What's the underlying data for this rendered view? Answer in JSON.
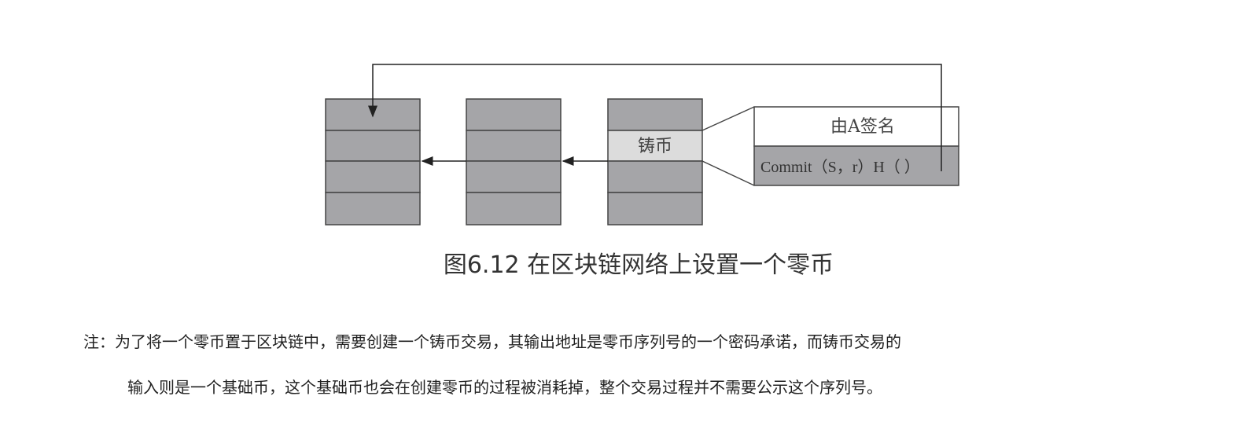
{
  "diagram": {
    "mint_label": "铸币",
    "signed_label": "由A签名",
    "commit_label": "Commit（S，r）H（ ）",
    "colors": {
      "block": "#a5a5a8",
      "mint_row": "#dcdcdc",
      "line": "#333333"
    }
  },
  "caption": "图6.12 在区块链网络上设置一个零币",
  "note": {
    "line1": "注：为了将一个零币置于区块链中，需要创建一个铸币交易，其输出地址是零币序列号的一个密码承诺，而铸币交易的",
    "line2": "输入则是一个基础币，这个基础币也会在创建零币的过程被消耗掉，整个交易过程并不需要公示这个序列号。"
  }
}
